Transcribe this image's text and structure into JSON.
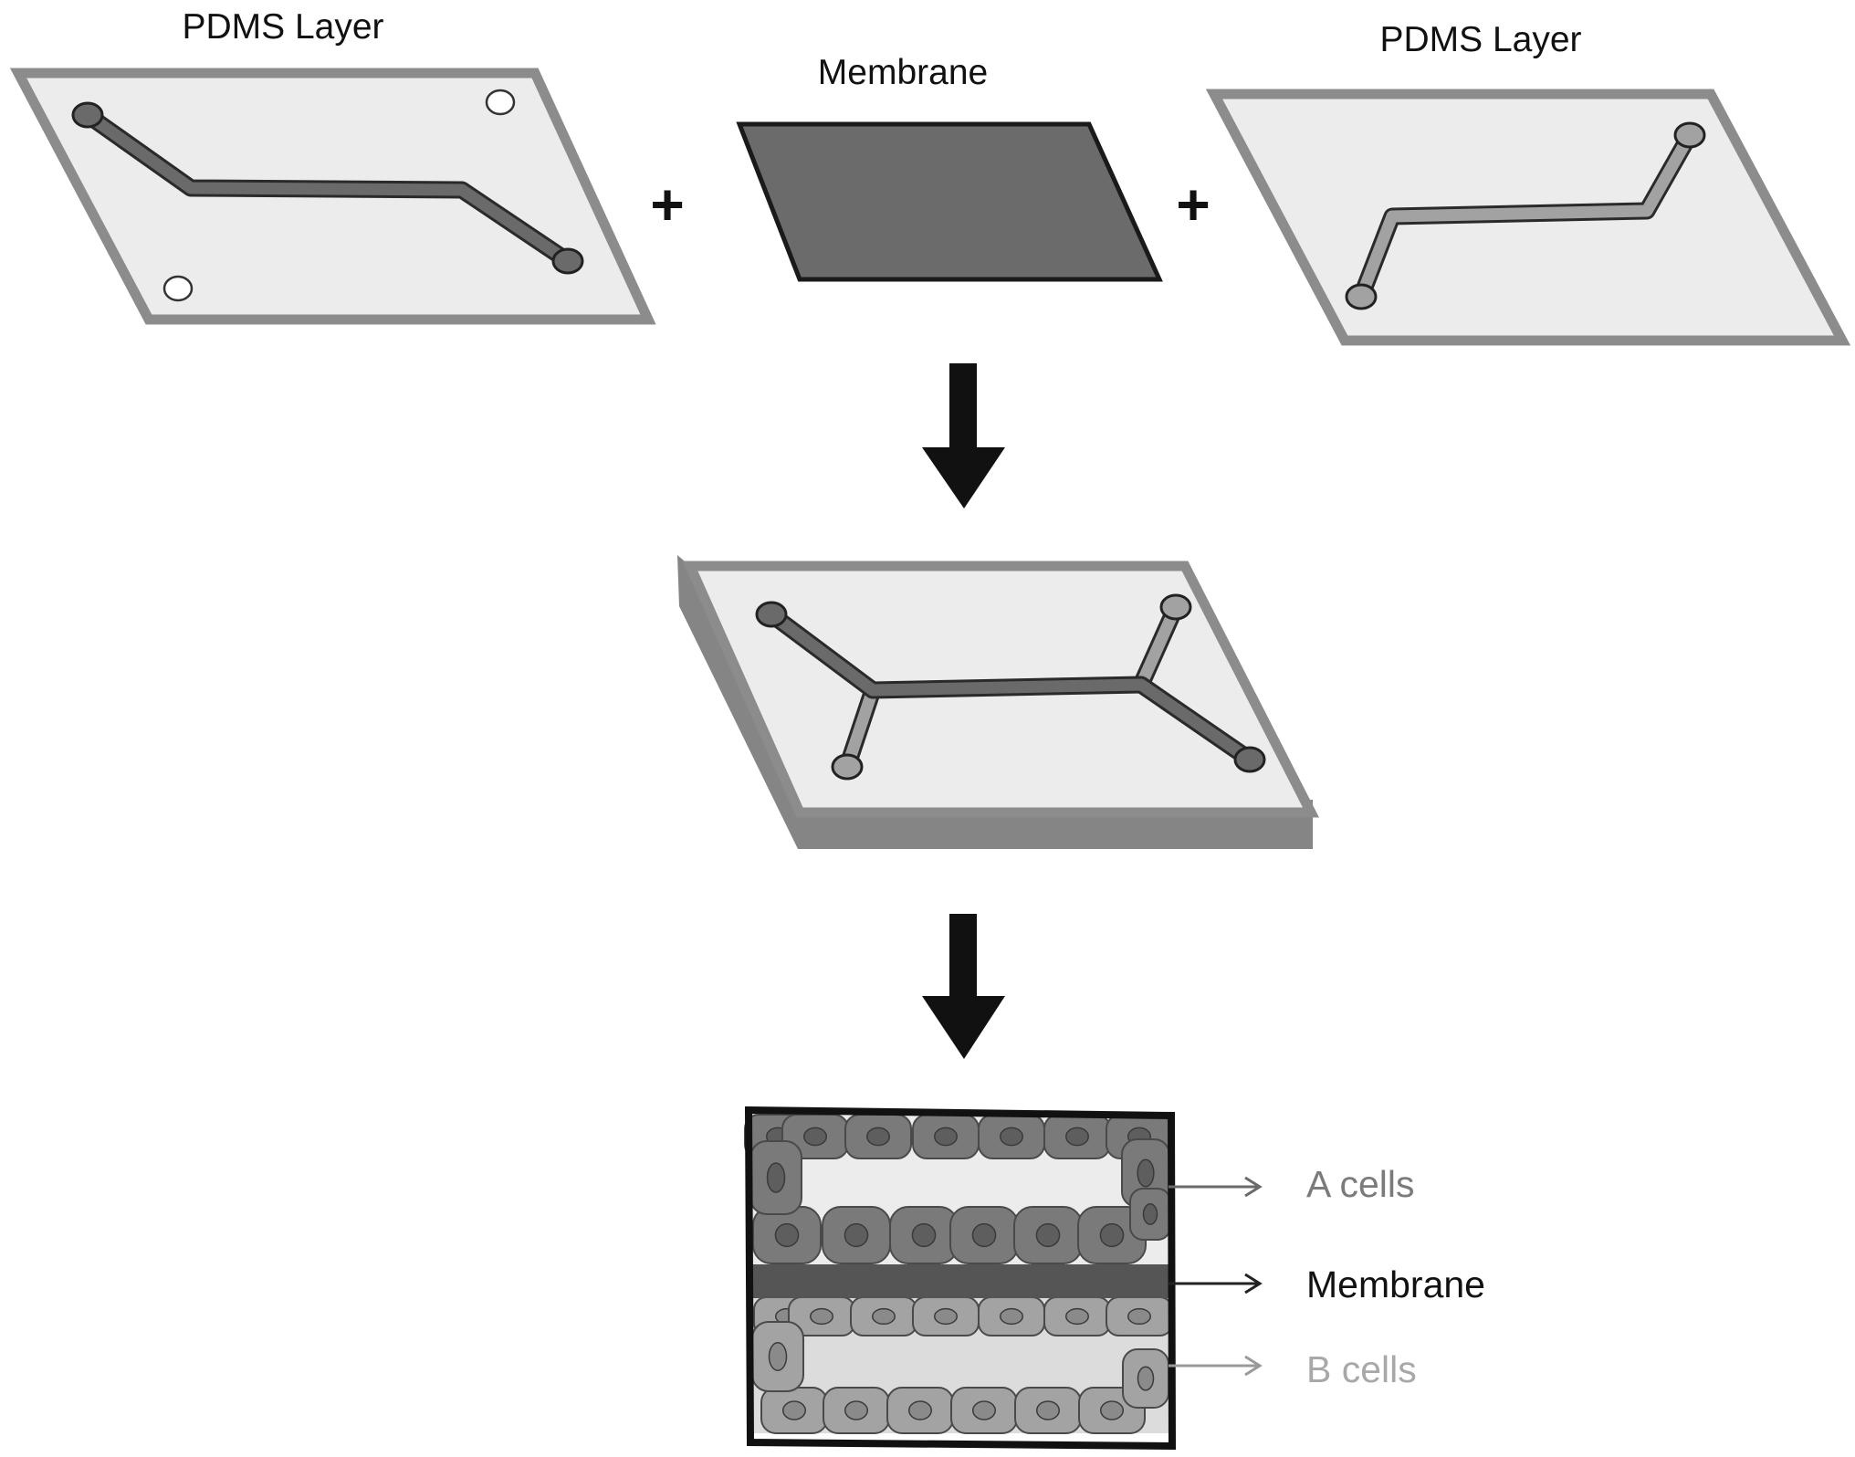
{
  "labels": {
    "pdms_left": "PDMS Layer",
    "membrane_top": "Membrane",
    "pdms_right": "PDMS Layer",
    "plus_1": "+",
    "plus_2": "+",
    "a_cells": "A cells",
    "membrane_side": "Membrane",
    "b_cells": "B cells"
  },
  "colors": {
    "background": "#ffffff",
    "layer_fill": "#ececec",
    "layer_border": "#8c8c8c",
    "membrane_fill": "#6b6b6b",
    "dark_channel": "#6a6a6a",
    "light_channel": "#a2a2a2",
    "device_side": "#858585",
    "arrow": "#111111",
    "a_cells_fill": "#7a7a7a",
    "b_cells_fill": "#a3a3a3",
    "a_cells_text": "#7b7b7b",
    "membrane_text": "#111111",
    "b_cells_text": "#a8a8a8"
  },
  "icons": {
    "flow_arrow_1": "down-arrow",
    "flow_arrow_2": "down-arrow"
  }
}
